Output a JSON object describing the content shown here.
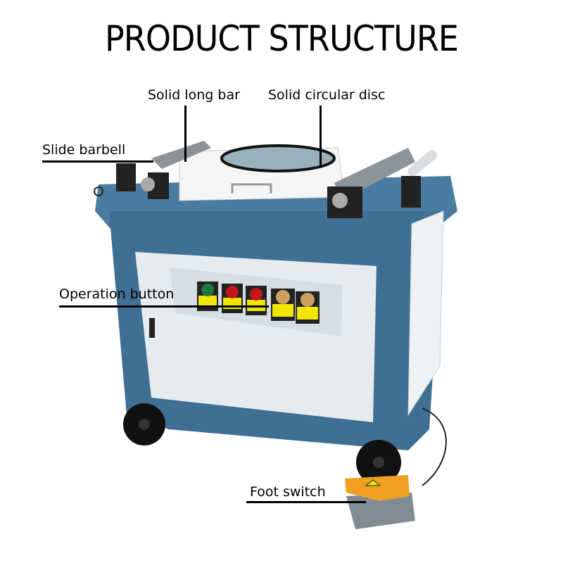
{
  "title": "PRODUCT STRUCTURE",
  "labels": {
    "solid_long_bar": "Solid long bar",
    "solid_circular_disc": "Solid circular disc",
    "slide_barbell": "Slide barbell",
    "operation_button": "Operation button",
    "foot_switch": "Foot switch"
  },
  "colors": {
    "body_blue": "#3f6f93",
    "panel_white": "#e9eef2",
    "button_green": "#1d7a3e",
    "button_red": "#c4161c",
    "label_yellow": "#f2e600",
    "pedal_orange": "#f0a020",
    "pedal_gray": "#7f8c94"
  }
}
